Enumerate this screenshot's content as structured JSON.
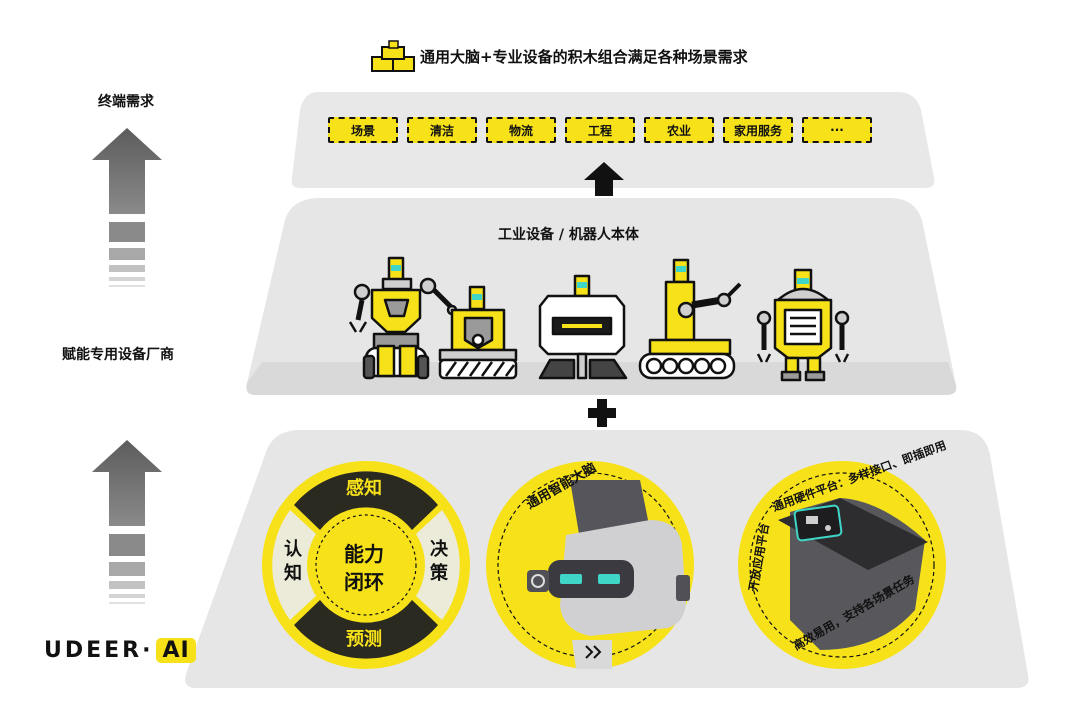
{
  "header": {
    "title": "通用大脑+专业设备的积木组合满足各种场景需求"
  },
  "left_labels": {
    "terminal_demand": "终端需求",
    "vendors": "赋能专用设备厂商"
  },
  "top_layer": {
    "tags": [
      "场景",
      "清洁",
      "物流",
      "工程",
      "农业",
      "家用服务",
      "···"
    ]
  },
  "middle_layer": {
    "title": "工业设备 / 机器人本体",
    "robots": [
      "dual-arm-tracked-robot",
      "tracked-cart-robot",
      "wheeled-box-robot",
      "crane-arm-tracked-robot",
      "humanoid-display-robot"
    ]
  },
  "bottom_layer": {
    "loop": {
      "center_line1": "能力",
      "center_line2": "闭环",
      "top": "感知",
      "bottom": "预测",
      "left": "认知",
      "right": "决策"
    },
    "brain_caption": "通用智能大脑",
    "hardware": {
      "caption_top": "通用硬件平台：多样接口、即插即用",
      "caption_left": "开放应用平台",
      "caption_bottom": "高效易用，支持各场景任务"
    }
  },
  "logo": {
    "text": "UDEER·",
    "ai": "AI"
  },
  "colors": {
    "accent_yellow": "#f7e21a",
    "layer_gray": "#e6e6e6",
    "arrow_gray": "#777777",
    "dark": "#111111"
  }
}
